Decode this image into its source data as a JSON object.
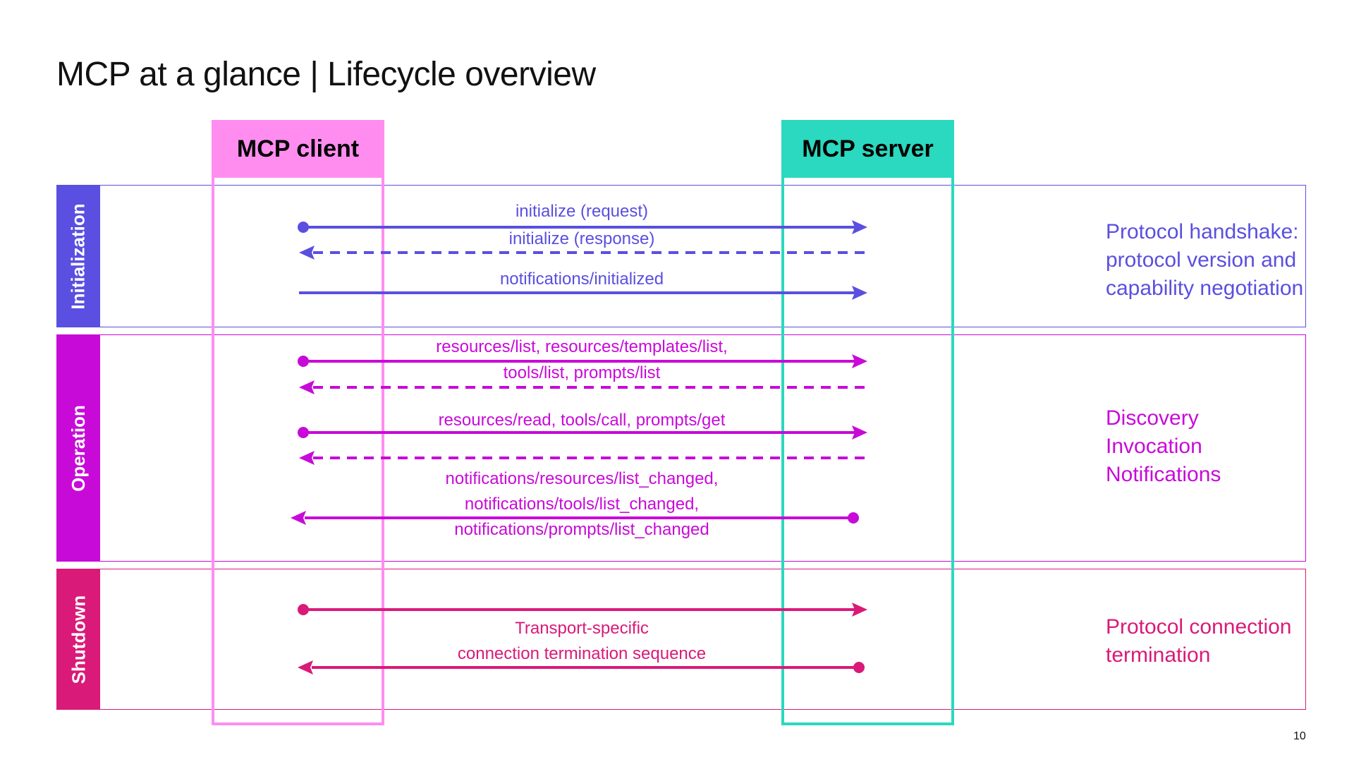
{
  "slide": {
    "title": "MCP at a glance | Lifecycle overview",
    "page_number": "10"
  },
  "actors": {
    "client": "MCP client",
    "server": "MCP server"
  },
  "phases": {
    "initialization": {
      "name": "Initialization",
      "color": "#5a4fe0",
      "description": [
        "Protocol handshake:",
        "protocol version and",
        "capability negotiation"
      ],
      "messages": {
        "init_request": "initialize (request)",
        "init_response": "initialize (response)",
        "initialized": "notifications/initialized"
      }
    },
    "operation": {
      "name": "Operation",
      "color": "#c80ad8",
      "description": [
        "Discovery",
        "Invocation",
        "Notifications"
      ],
      "messages": {
        "list_line1": "resources/list, resources/templates/list,",
        "list_line2": "tools/list, prompts/list",
        "invoke": "resources/read, tools/call, prompts/get",
        "notify_line1": "notifications/resources/list_changed,",
        "notify_line2": "notifications/tools/list_changed,",
        "notify_line3": "notifications/prompts/list_changed"
      }
    },
    "shutdown": {
      "name": "Shutdown",
      "color": "#d91a79",
      "description": [
        "Protocol connection",
        "termination"
      ],
      "messages": {
        "line1": "Transport-specific",
        "line2": "connection termination sequence"
      }
    }
  },
  "colors": {
    "client_lane": "#ff8df0",
    "server_lane": "#2ad9bf"
  }
}
